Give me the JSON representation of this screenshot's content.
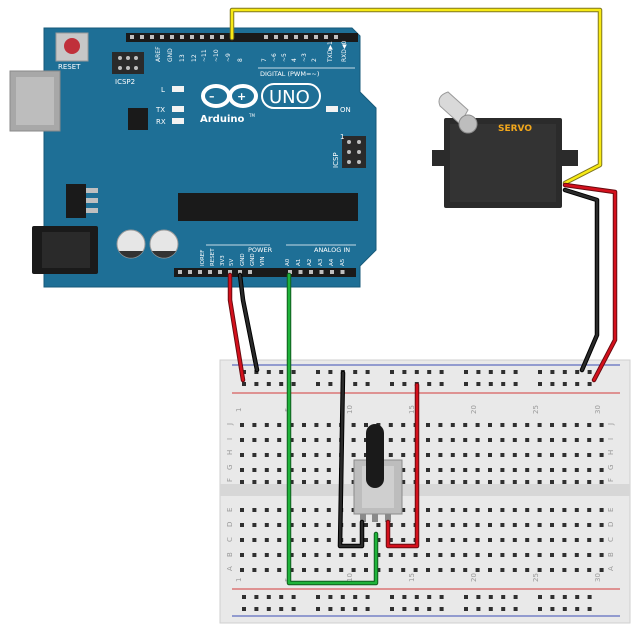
{
  "arduino": {
    "reset_label": "RESET",
    "icsp2_label": "ICSP2",
    "icsp_label": "ICSP",
    "icsp_pin1": "1",
    "header_top_labels": [
      "AREF",
      "GND",
      "13",
      "12",
      "~11",
      "~10",
      "~9",
      "8",
      "7",
      "~6",
      "~5",
      "4",
      "~3",
      "2",
      "TXD▶1",
      "RXD◀0"
    ],
    "digital_label": "DIGITAL (PWM=~)",
    "led_l": "L",
    "led_tx": "TX",
    "led_rx": "RX",
    "led_on": "ON",
    "brand_uno": "UNO",
    "brand_arduino": "Arduino",
    "brand_tm": "TM",
    "power_label": "POWER",
    "analog_label": "ANALOG IN",
    "header_bottom_labels": [
      "IOREF",
      "RESET",
      "3V3",
      "5V",
      "GND",
      "GND",
      "VIN",
      "A0",
      "A1",
      "A2",
      "A3",
      "A4",
      "A5"
    ],
    "board_color": "#1e6f96"
  },
  "servo": {
    "label": "SERVO",
    "body_color": "#2b2b2b",
    "label_color": "#f2a71b"
  },
  "breadboard": {
    "column_numbers": [
      "1",
      "5",
      "10",
      "15",
      "20",
      "25",
      "30"
    ],
    "row_letters_top": [
      "J",
      "I",
      "H",
      "G",
      "F"
    ],
    "row_letters_bottom": [
      "E",
      "D",
      "C",
      "B",
      "A"
    ]
  },
  "wires": {
    "yellow": "#f7ea14",
    "red": "#d4101c",
    "black": "#1a1a1a",
    "green": "#1fb33a"
  }
}
